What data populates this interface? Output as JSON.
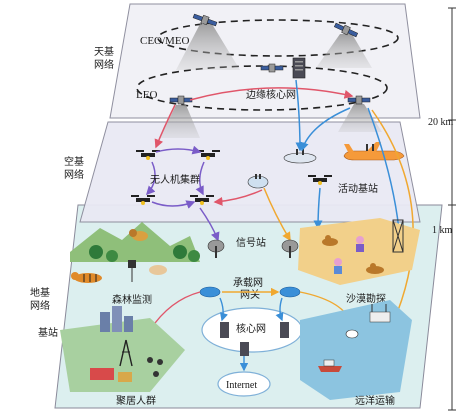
{
  "layers": {
    "space": {
      "label_line1": "天基",
      "label_line2": "网络"
    },
    "air": {
      "label_line1": "空基",
      "label_line2": "网络"
    },
    "ground": {
      "label_line1": "地基",
      "label_line2": "网络"
    }
  },
  "orbits": {
    "upper": "CEO/MEO",
    "lower": "LEO"
  },
  "altitude": {
    "upper": "20 km",
    "lower": "1 km"
  },
  "labels": {
    "edge_core": "边缘核心网",
    "drone_cluster": "无人机集群",
    "active_base": "活动基站",
    "signal_station": "信号站",
    "carrier_gateway_line1": "承载网",
    "carrier_gateway_line2": "网关",
    "forest": "森林监测",
    "desert": "沙漠勘探",
    "core_net": "核心网",
    "internet": "Internet",
    "base_station": "基站",
    "crowd": "聚居人群",
    "ocean": "远洋运输"
  },
  "colors": {
    "link_red": "#e0566a",
    "link_orange": "#f0a830",
    "link_blue": "#3a8fd8",
    "link_purple": "#7a5cc8",
    "plane_fill": "#f1f1f6",
    "ground_fill": "#dcefef"
  }
}
